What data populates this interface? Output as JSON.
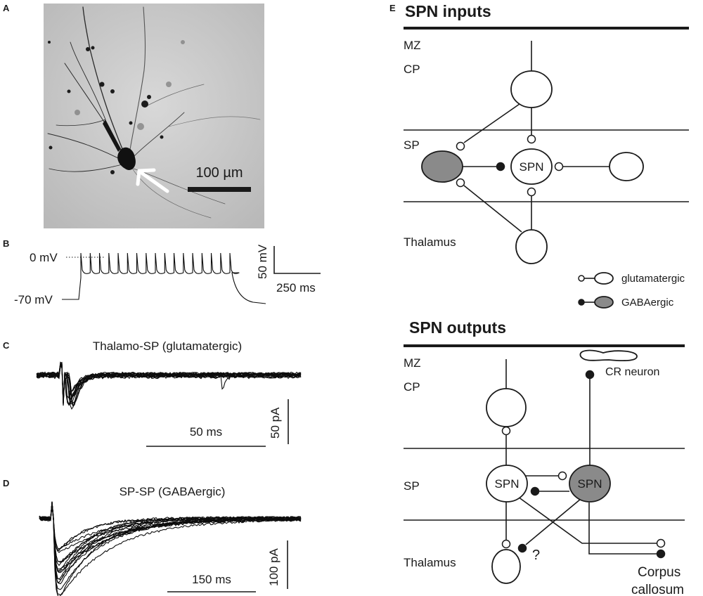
{
  "panels": {
    "a": {
      "label": "A",
      "scale_bar": "100 µm"
    },
    "b": {
      "label": "B",
      "v_top": "0 mV",
      "v_rest": "-70 mV",
      "scale_v": "50 mV",
      "scale_t": "250 ms"
    },
    "c": {
      "label": "C",
      "title": "Thalamo-SP (glutamatergic)",
      "scale_t": "50 ms",
      "scale_i": "50 pA"
    },
    "d": {
      "label": "D",
      "title": "SP-SP (GABAergic)",
      "scale_t": "150 ms",
      "scale_i": "100 pA"
    },
    "e": {
      "label": "E",
      "inputs": {
        "heading": "SPN inputs",
        "layers": [
          "MZ",
          "CP",
          "SP",
          "Thalamus"
        ],
        "cell_label": "SPN"
      },
      "legend": {
        "glut": "glutamatergic",
        "gaba": "GABAergic"
      },
      "outputs": {
        "heading": "SPN outputs",
        "layers": [
          "MZ",
          "CP",
          "SP",
          "Thalamus"
        ],
        "cell_label_1": "SPN",
        "cell_label_2": "SPN",
        "cr_neuron": "CR neuron",
        "unknown": "?",
        "callosum_1": "Corpus",
        "callosum_2": "callosum"
      }
    }
  }
}
